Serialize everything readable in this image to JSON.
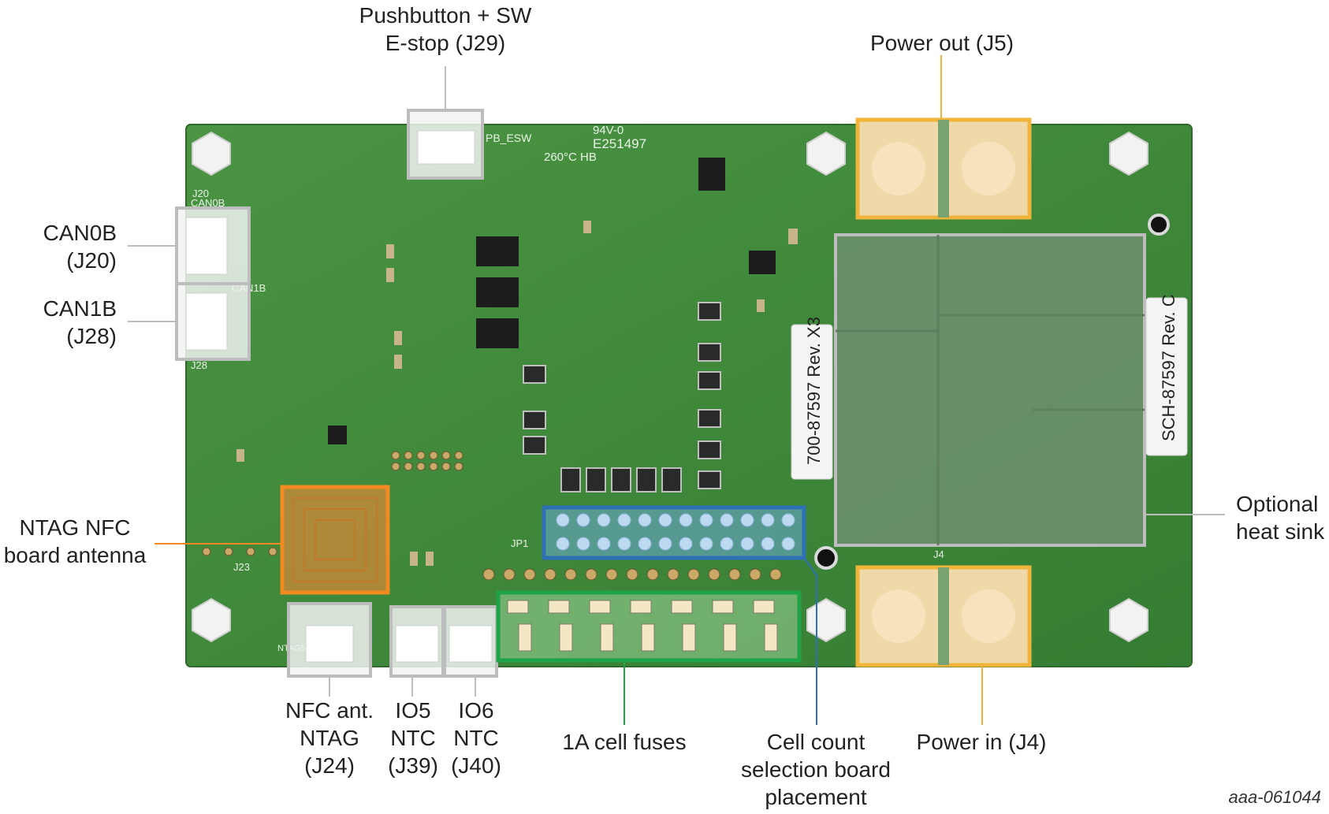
{
  "board": {
    "silkscreen": {
      "pb_esw": "PB_ESW",
      "ul": "94V-0",
      "e_no": "E251497",
      "temp": "260°C HB",
      "can0b": "CAN0B",
      "can1b": "CAN1B",
      "j20": "J20",
      "j28": "J28",
      "j23": "J23",
      "jp1": "JP1",
      "j4": "J4",
      "ntag": "NTAG5",
      "rev_x3": "700-87597 Rev. X3",
      "rev_c": "SCH-87597 Rev. C"
    },
    "colors": {
      "pcb": "#3f8a3a",
      "callout_gray": "#bdbdbd",
      "callout_orange": "#f28a22",
      "callout_yellow": "#f0b43a",
      "callout_blue": "#2f6fb6",
      "callout_green": "#1fa347"
    }
  },
  "labels": {
    "pushbutton": [
      "Pushbutton + SW",
      "E-stop (J29)"
    ],
    "power_out": [
      "Power out (J5)"
    ],
    "can0b": [
      "CAN0B",
      "(J20)"
    ],
    "can1b": [
      "CAN1B",
      "(J28)"
    ],
    "ntag_nfc": [
      "NTAG NFC",
      "board antenna"
    ],
    "optional_heat_sink": [
      "Optional",
      "heat sink"
    ],
    "nfc_ant": [
      "NFC ant.",
      "NTAG",
      "(J24)"
    ],
    "io5": [
      "IO5",
      "NTC",
      "(J39)"
    ],
    "io6": [
      "IO6",
      "NTC",
      "(J40)"
    ],
    "cell_fuses": [
      "1A cell fuses"
    ],
    "cell_count": [
      "Cell count",
      "selection board",
      "placement"
    ],
    "power_in": [
      "Power in (J4)"
    ]
  },
  "figure_id": "aaa-061044"
}
